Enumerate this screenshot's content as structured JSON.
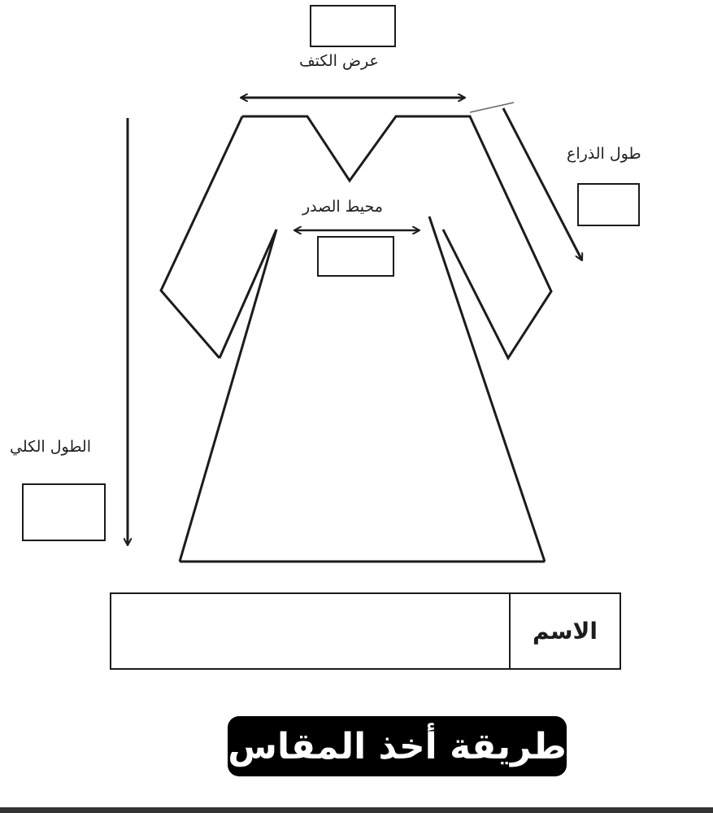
{
  "labels": {
    "shoulder_width": "عرض الكتف",
    "chest_circumference": "محيط الصدر",
    "sleeve_length": "طول الذراع",
    "total_length": "الطول الكلي"
  },
  "name_field": {
    "label": "الاسم",
    "value": ""
  },
  "title": "طريقة أخذ المقاس",
  "colors": {
    "line": "#1c1c1c",
    "banner_background": "#000000",
    "banner_text": "#ffffff"
  }
}
